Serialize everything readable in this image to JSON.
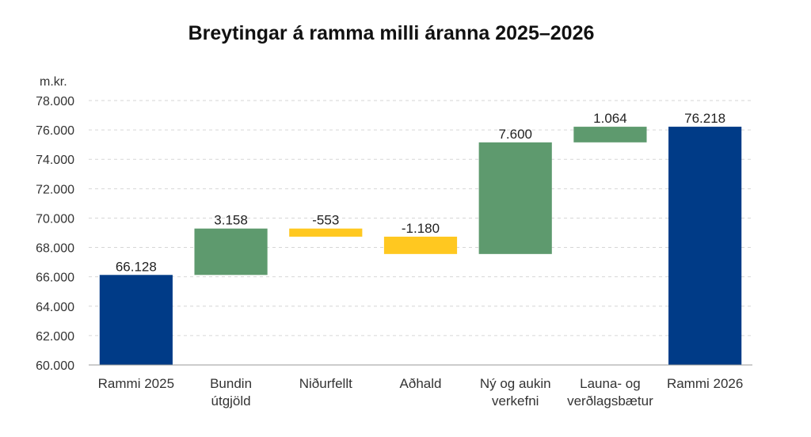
{
  "chart_data": {
    "type": "bar",
    "subtype": "waterfall",
    "title": "Breytingar á ramma milli áranna 2025–2026",
    "unit_label": "m.kr.",
    "ylim": [
      60000,
      78000
    ],
    "ytick_step": 2000,
    "yticks": [
      "60.000",
      "62.000",
      "64.000",
      "66.000",
      "68.000",
      "70.000",
      "72.000",
      "74.000",
      "76.000",
      "78.000"
    ],
    "grid": true,
    "legend": "none",
    "categories": [
      [
        "Rammi 2025"
      ],
      [
        "Bundin",
        "útgjöld"
      ],
      [
        "Niðurfellt"
      ],
      [
        "Aðhald"
      ],
      [
        "Ný og aukin",
        "verkefni"
      ],
      [
        "Launa- og",
        "verðlagsbætur"
      ],
      [
        "Rammi 2026"
      ]
    ],
    "bars": [
      {
        "kind": "total",
        "value": 66128,
        "label": "66.128"
      },
      {
        "kind": "increase",
        "value": 3158,
        "label": "3.158"
      },
      {
        "kind": "decrease",
        "value": -553,
        "label": "-553"
      },
      {
        "kind": "decrease",
        "value": -1180,
        "label": "-1.180"
      },
      {
        "kind": "increase",
        "value": 7600,
        "label": "7.600"
      },
      {
        "kind": "increase",
        "value": 1064,
        "label": "1.064"
      },
      {
        "kind": "total",
        "value": 76218,
        "label": "76.218"
      }
    ],
    "colors": {
      "total": "#003B87",
      "increase": "#5E9A6E",
      "decrease": "#FFC820"
    }
  }
}
